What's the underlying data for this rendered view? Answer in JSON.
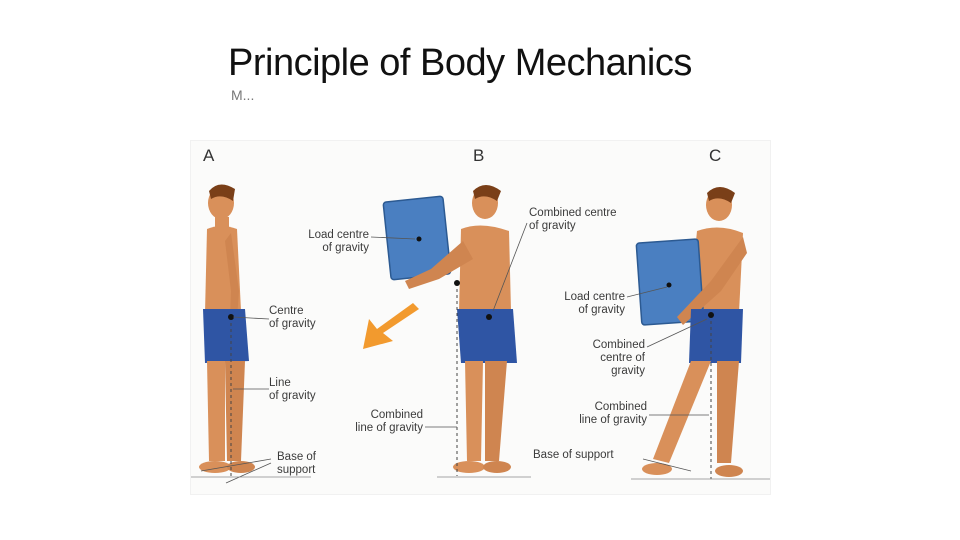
{
  "slide": {
    "title": "Principle of Body Mechanics",
    "subtitle_fragment": "M..."
  },
  "figure": {
    "panels": [
      {
        "letter": "A",
        "labels": [
          "Centre\nof gravity",
          "Line\nof gravity",
          "Base of\nsupport"
        ]
      },
      {
        "letter": "B",
        "labels": [
          "Load centre\nof gravity",
          "Combined centre\nof gravity",
          "Combined\nline of gravity"
        ]
      },
      {
        "letter": "C",
        "labels": [
          "Load centre\nof gravity",
          "Combined\ncentre of\ngravity",
          "Combined\nline of gravity",
          "Base of support"
        ]
      }
    ],
    "colors": {
      "skin": "#d9905a",
      "shorts": "#2f55a4",
      "load_box": "#4a7fc1",
      "arrow": "#f29a2e"
    }
  }
}
